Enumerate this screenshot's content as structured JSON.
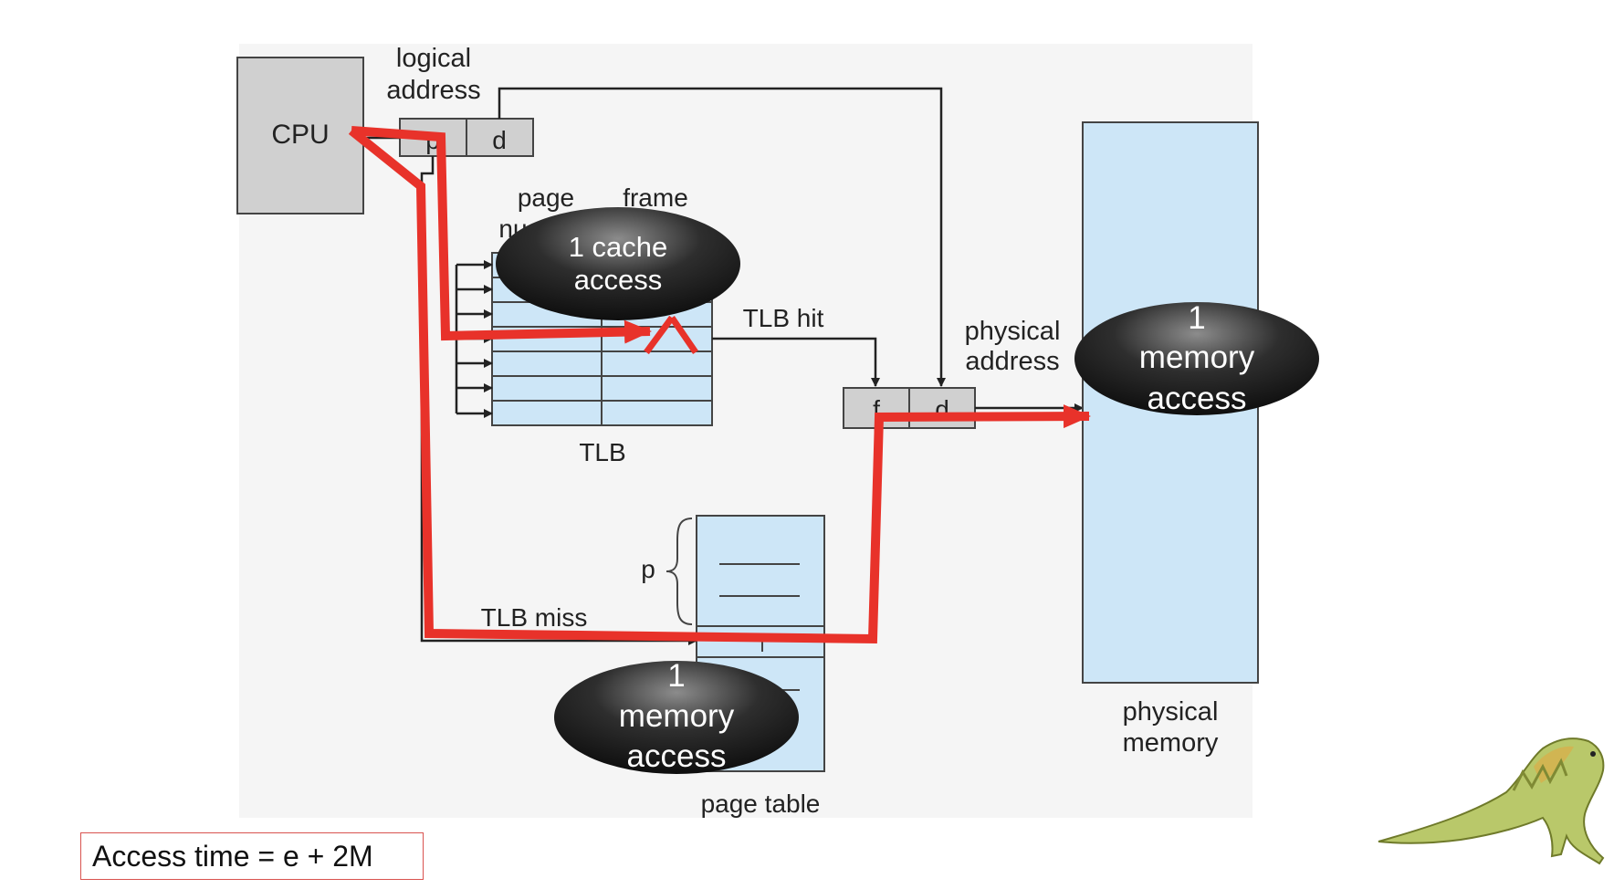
{
  "labels": {
    "cpu": "CPU",
    "logical_address": [
      "logical",
      "address"
    ],
    "p": "p",
    "d": "d",
    "f": "f",
    "page_col": "page",
    "page_col_2": "nu",
    "frame_col": "frame",
    "tlb": "TLB",
    "tlb_hit": "TLB hit",
    "tlb_miss": "TLB miss",
    "physical_address": [
      "physical",
      "address"
    ],
    "physical_memory": [
      "physical",
      "memory"
    ],
    "page_table": "page table",
    "page_table_p": "p"
  },
  "callouts": {
    "cache": [
      "1 cache",
      "access"
    ],
    "memory_right": [
      "1",
      "memory",
      "access"
    ],
    "memory_bottom": [
      "1",
      "memory",
      "access"
    ]
  },
  "formula": "Access time = e + 2M",
  "colors": {
    "box_gray": "#d0d0d0",
    "light_blue": "#cde6f7",
    "path_red": "#e8322a",
    "line": "#222222",
    "background_panel": "#f5f5f5"
  },
  "decor": {
    "mascot": "dinosaur-icon"
  }
}
